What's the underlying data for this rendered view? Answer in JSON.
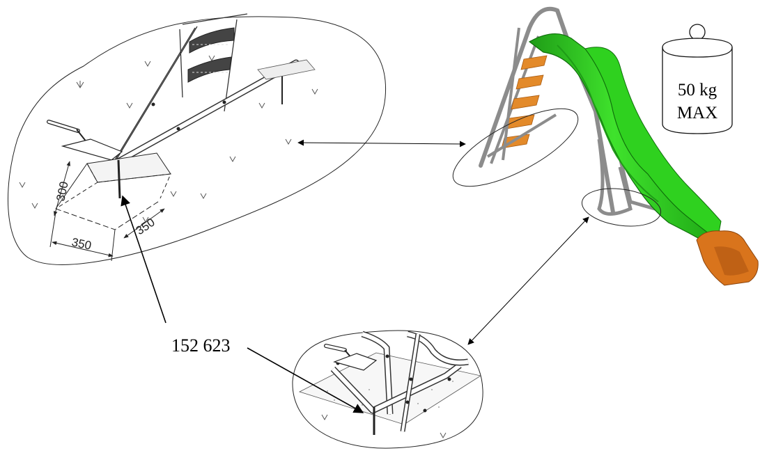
{
  "diagram": {
    "part_reference": "152 623",
    "max_load": {
      "value": "50 kg",
      "label": "MAX"
    },
    "footing_dimensions": {
      "height": "300",
      "width": "350",
      "depth": "350"
    },
    "colors": {
      "slide": "#2fd11f",
      "slide_dark": "#1f9c17",
      "slide_exit": "#d9741c",
      "ladder_steps": "#e38a2a",
      "frame": "#8c8c8c"
    }
  }
}
